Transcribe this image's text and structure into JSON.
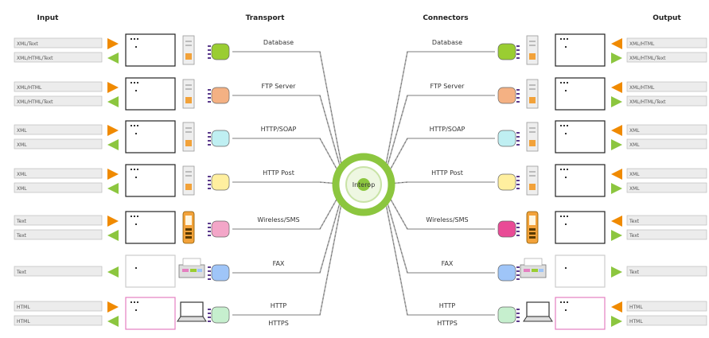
{
  "headers": {
    "input": "Input",
    "transport": "Transport",
    "connectors": "Connectors",
    "output": "Output"
  },
  "hub": {
    "label": "Interop"
  },
  "colors": {
    "arrow_orange": "#f08a00",
    "arrow_green": "#8cc63f",
    "hub_ring": "#8cc63f",
    "line": "#a9a9a9",
    "pda_orange": "#f2a23a",
    "laptop_pink": "#e47fc0"
  },
  "rows": [
    {
      "left_label": "Database",
      "right_label": "Database",
      "left_fields": [
        "XML/Text",
        "XML/HTML/Text"
      ],
      "right_fields": [
        "XML/HTML",
        "XML/HTML/Text"
      ],
      "left_color": "#9acd32",
      "right_color": "#9acd32",
      "left_arrows": [
        "orange",
        "green"
      ],
      "right_arrows": [
        "orange",
        "green"
      ],
      "device": "server"
    },
    {
      "left_label": "FTP Server",
      "right_label": "FTP Server",
      "left_fields": [
        "XML/HTML",
        "XML/HTML/Text"
      ],
      "right_fields": [
        "XML/HTML",
        "XML/HTML/Text"
      ],
      "left_color": "#f4b183",
      "right_color": "#f4b183",
      "left_arrows": [
        "orange",
        "green"
      ],
      "right_arrows": [
        "orange",
        "green"
      ],
      "device": "server"
    },
    {
      "left_label": "HTTP/SOAP",
      "right_label": "HTTP/SOAP",
      "left_fields": [
        "XML",
        "XML"
      ],
      "right_fields": [
        "XML",
        "XML"
      ],
      "left_color": "#bfeff2",
      "right_color": "#bfeff2",
      "left_arrows": [
        "orange",
        "green"
      ],
      "right_arrows": [
        "orange",
        "green"
      ],
      "device": "server"
    },
    {
      "left_label": "HTTP Post",
      "right_label": "HTTP Post",
      "left_fields": [
        "XML",
        "XML"
      ],
      "right_fields": [
        "XML",
        "XML"
      ],
      "left_color": "#ffef9f",
      "right_color": "#ffef9f",
      "left_arrows": [
        "orange",
        "green"
      ],
      "right_arrows": [
        "orange",
        "green"
      ],
      "device": "server"
    },
    {
      "left_label": "Wireless/SMS",
      "right_label": "Wireless/SMS",
      "left_fields": [
        "Text",
        "Text"
      ],
      "right_fields": [
        "Text",
        "Text"
      ],
      "left_color": "#f3a6c8",
      "right_color": "#e94b96",
      "left_arrows": [
        "orange",
        "green"
      ],
      "right_arrows": [
        "orange",
        "green"
      ],
      "device": "pda"
    },
    {
      "left_label": "FAX",
      "right_label": "FAX",
      "left_fields": [
        "Text"
      ],
      "right_fields": [
        "Text"
      ],
      "left_color": "#9fc5f8",
      "right_color": "#9fc5f8",
      "left_arrows": [
        "green"
      ],
      "right_arrows": [
        "green"
      ],
      "device": "fax"
    },
    {
      "left_label": "HTTP",
      "left_label2": "HTTPS",
      "right_label": "HTTP",
      "right_label2": "HTTPS",
      "left_fields": [
        "HTML",
        "HTML"
      ],
      "right_fields": [
        "HTML",
        "HTML"
      ],
      "left_color": "#c6efce",
      "right_color": "#c6efce",
      "left_arrows": [
        "orange",
        "green"
      ],
      "right_arrows": [
        "orange",
        "green"
      ],
      "device": "laptop"
    }
  ]
}
